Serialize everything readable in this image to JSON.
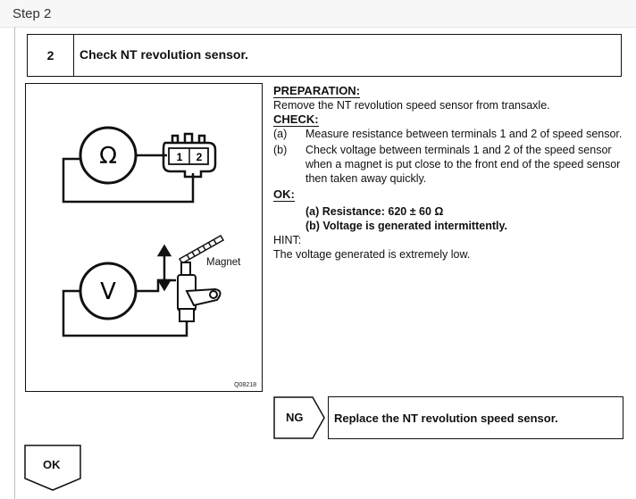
{
  "step_header": {
    "title": "Step 2"
  },
  "step": {
    "number": "2",
    "title": "Check NT revolution sensor."
  },
  "diagram": {
    "magnet_label": "Magnet",
    "code": "Q08218",
    "ohm_symbol": "Ω",
    "volt_symbol": "V",
    "terminal_1": "1",
    "terminal_2": "2"
  },
  "instructions": {
    "preparation_heading": "PREPARATION:",
    "preparation_text": "Remove the NT revolution speed sensor from transaxle.",
    "check_heading": "CHECK:",
    "check_items": [
      {
        "label": "(a)",
        "text": "Measure resistance between terminals 1 and 2 of speed sensor."
      },
      {
        "label": "(b)",
        "text": "Check voltage between terminals 1 and 2 of the speed sensor when a magnet is put close to the front end of the speed sensor then taken away quickly."
      }
    ],
    "ok_heading": "OK:",
    "ok_items": [
      "(a) Resistance: 620 ± 60 Ω",
      "(b) Voltage is generated intermittently."
    ],
    "hint_heading": "HINT:",
    "hint_text": "The voltage generated is extremely low."
  },
  "ng_result": {
    "label": "NG",
    "action": "Replace the NT revolution speed sensor."
  },
  "ok_result": {
    "label": "OK"
  }
}
